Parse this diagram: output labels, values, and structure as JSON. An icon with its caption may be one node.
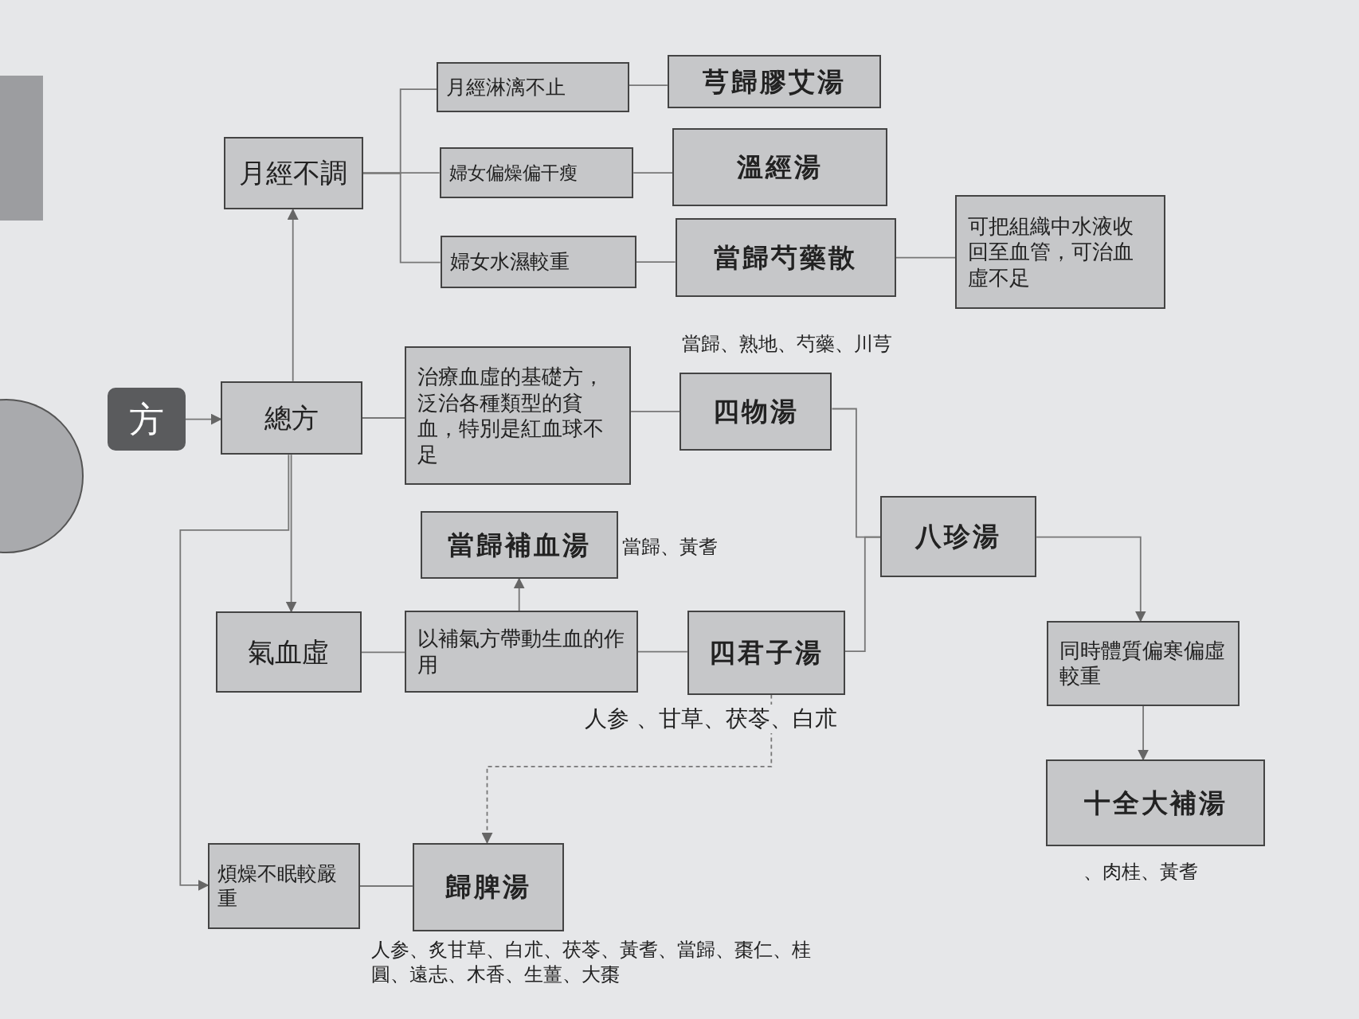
{
  "diagram": {
    "nodes": [
      {
        "text": [
          "方"
        ]
      },
      {
        "text": [
          "總方"
        ]
      },
      {
        "text": [
          "月經不調"
        ]
      },
      {
        "text": [
          "月經淋漓不止"
        ]
      },
      {
        "text": [
          "婦女偏燥偏干瘦"
        ]
      },
      {
        "text": [
          "婦女水濕較重"
        ]
      },
      {
        "text": [
          "芎歸膠艾湯"
        ]
      },
      {
        "text": [
          "溫經湯"
        ]
      },
      {
        "text": [
          "當歸芍藥散"
        ]
      },
      {
        "text": [
          "可把組織中水液收回至血管，可治血虛不足"
        ]
      },
      {
        "text": [
          "治療血虛的基礎方，泛治各種類型的貧血，特別是紅血球不足"
        ]
      },
      {
        "text": [
          "四物湯"
        ],
        "beside": [
          "當歸、熟地、芍藥、川芎"
        ]
      },
      {
        "text": [
          "當歸補血湯"
        ],
        "beside": [
          "當歸、黃耆"
        ]
      },
      {
        "text": [
          "氣血虛"
        ]
      },
      {
        "text": [
          "以補氣方帶動生血的作用"
        ]
      },
      {
        "text": [
          "四君子湯"
        ],
        "beside": [
          "人参 、甘草、茯苓、白朮"
        ]
      },
      {
        "text": [
          "八珍湯"
        ]
      },
      {
        "text": [
          "同時體質偏寒偏虛較重"
        ]
      },
      {
        "text": [
          "十全大補湯"
        ],
        "beside": [
          "、肉桂、黃耆"
        ]
      },
      {
        "text": [
          "煩燥不眠較嚴重"
        ]
      },
      {
        "text": [
          "歸脾湯"
        ],
        "beside": [
          "人参、炙甘草、白朮、茯苓、黃耆、當歸、棗仁、桂圓、遠志、木香、生薑、大棗"
        ]
      }
    ],
    "edges": [
      {
        "from": 0,
        "to": 1,
        "arrow": "to"
      },
      {
        "from": 1,
        "to": 2,
        "arrow": "to"
      },
      {
        "from": 1,
        "to": 13,
        "arrow": "to"
      },
      {
        "from": 1,
        "to": 19,
        "arrow": "to"
      },
      {
        "from": 2,
        "to": 3,
        "arrow": "none"
      },
      {
        "from": 2,
        "to": 4,
        "arrow": "none"
      },
      {
        "from": 2,
        "to": 5,
        "arrow": "none"
      },
      {
        "from": 3,
        "to": 6,
        "arrow": "none"
      },
      {
        "from": 4,
        "to": 7,
        "arrow": "none"
      },
      {
        "from": 5,
        "to": 8,
        "arrow": "none"
      },
      {
        "from": 8,
        "to": 9,
        "arrow": "none"
      },
      {
        "from": 1,
        "to": 10,
        "arrow": "none"
      },
      {
        "from": 10,
        "to": 11,
        "arrow": "none"
      },
      {
        "from": 11,
        "to": 16,
        "arrow": "none"
      },
      {
        "from": 15,
        "to": 16,
        "arrow": "none"
      },
      {
        "from": 16,
        "to": 17,
        "arrow": "to"
      },
      {
        "from": 17,
        "to": 18,
        "arrow": "to"
      },
      {
        "from": 13,
        "to": 14,
        "arrow": "none"
      },
      {
        "from": 14,
        "to": 15,
        "arrow": "none"
      },
      {
        "from": 14,
        "to": 12,
        "arrow": "to"
      },
      {
        "from": 19,
        "to": 20,
        "arrow": "none"
      },
      {
        "from": 15,
        "to": 20,
        "arrow": "to",
        "style": "dashed"
      }
    ]
  }
}
